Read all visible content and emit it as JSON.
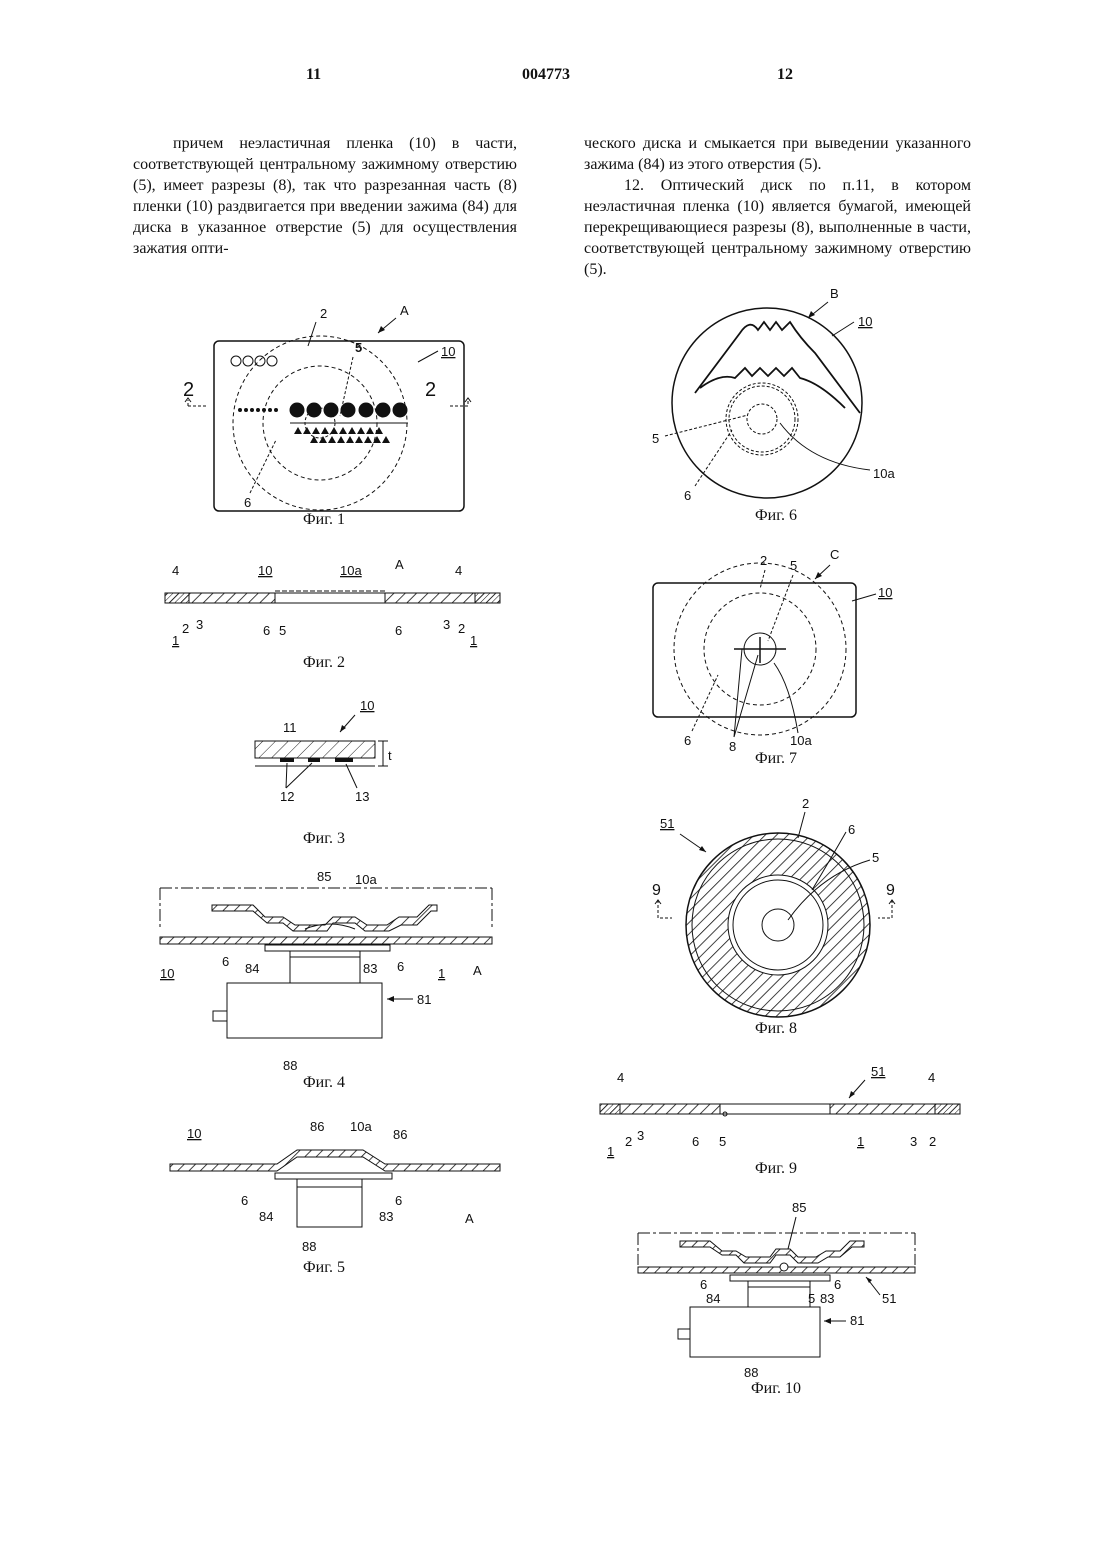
{
  "header": {
    "left_page": "11",
    "patent_number": "004773",
    "right_page": "12"
  },
  "left_text": "причем неэластичная пленка (10) в части, соответствующей центральному зажимному отверстию (5), имеет разрезы (8), так что разрезанная часть (8) пленки (10) раздвигается при введении зажима (84) для диска в указанное отверстие (5) для осуществления зажатия опти-",
  "right_text_cont": "ческого диска и смыкается при выведении указанного зажима (84) из этого отверстия (5).",
  "right_text_claim": "12. Оптический диск по п.11, в котором неэластичная пленка (10) является бумагой, имеющей перекрещивающиеся разрезы (8), выполненные в части, соответствующей центральному зажимному отверстию (5).",
  "figures": {
    "fig1": {
      "caption": "Фиг. 1",
      "labels": {
        "a": "A",
        "n10": "10",
        "n2": "2",
        "n5": "5",
        "n6": "6",
        "sec_left": "2",
        "sec_right": "2"
      }
    },
    "fig2": {
      "caption": "Фиг. 2",
      "labels": {
        "a": "A",
        "n4": "4",
        "n10": "10",
        "n10a": "10a",
        "n1": "1",
        "n2": "2",
        "n3": "3",
        "n6": "6",
        "n5": "5"
      }
    },
    "fig3": {
      "caption": "Фиг. 3",
      "labels": {
        "n10": "10",
        "n11": "11",
        "t": "t",
        "n12": "12",
        "n13": "13"
      }
    },
    "fig4": {
      "caption": "Фиг. 4",
      "labels": {
        "n85": "85",
        "n10a": "10a",
        "n6": "6",
        "n84": "84",
        "n83": "83",
        "n10": "10",
        "n1": "1",
        "a": "A",
        "n81": "81",
        "n88": "88"
      }
    },
    "fig5": {
      "caption": "Фиг. 5",
      "labels": {
        "n10": "10",
        "n86": "86",
        "n10a": "10a",
        "n6": "6",
        "n84": "84",
        "n83": "83",
        "a": "A",
        "n88": "88"
      }
    },
    "fig6": {
      "caption": "Фиг. 6",
      "labels": {
        "b": "B",
        "n10": "10",
        "n5": "5",
        "n6": "6",
        "n10a": "10a"
      }
    },
    "fig7": {
      "caption": "Фиг. 7",
      "labels": {
        "c": "C",
        "n2": "2",
        "n5": "5",
        "n10": "10",
        "n6": "6",
        "n8": "8",
        "n10a": "10a"
      }
    },
    "fig8": {
      "caption": "Фиг. 8",
      "labels": {
        "n51": "51",
        "n2": "2",
        "n6": "6",
        "n5": "5",
        "n9": "9"
      }
    },
    "fig9": {
      "caption": "Фиг. 9",
      "labels": {
        "n51": "51",
        "n4": "4",
        "n1": "1",
        "n2": "2",
        "n3": "3",
        "n6": "6",
        "n5": "5"
      }
    },
    "fig10": {
      "caption": "Фиг. 10",
      "labels": {
        "n85": "85",
        "n6": "6",
        "n84": "84",
        "n5": "5",
        "n83": "83",
        "n51": "51",
        "n81": "81",
        "n88": "88"
      }
    }
  }
}
